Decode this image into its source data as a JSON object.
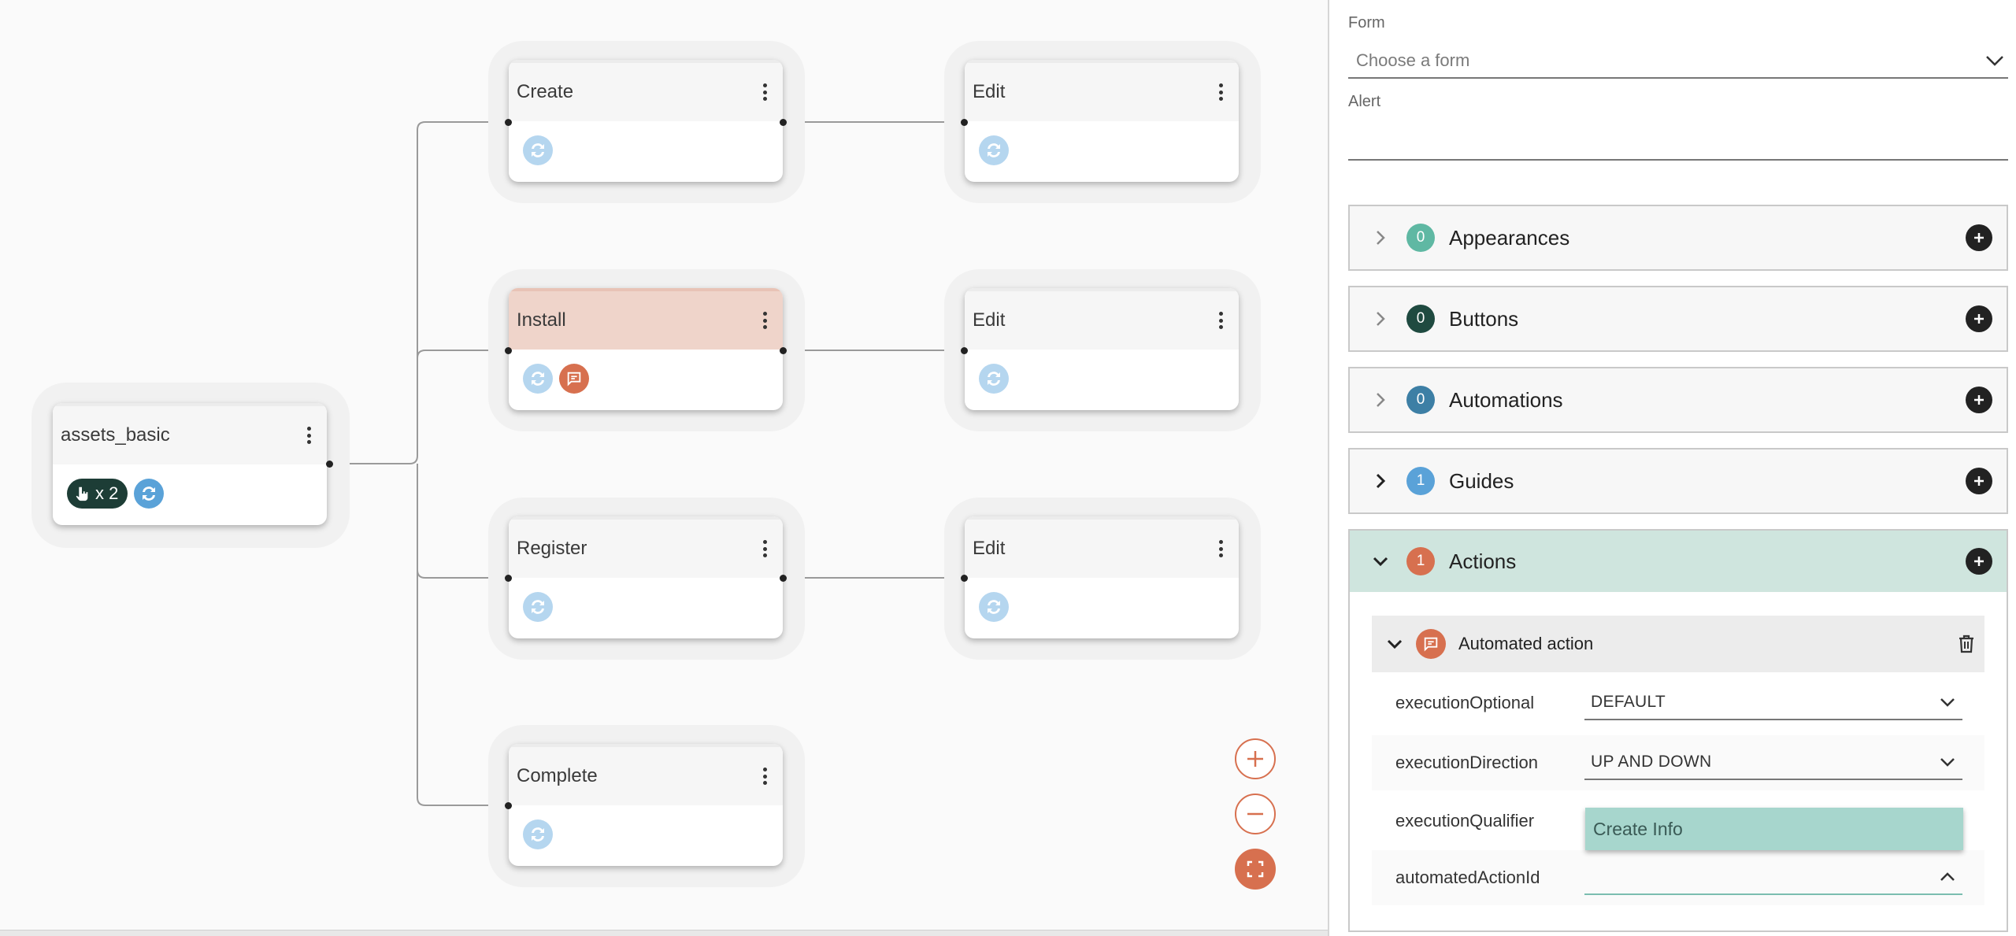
{
  "nodes": {
    "root": {
      "title": "assets_basic",
      "multi_badge": "x 2"
    },
    "create": {
      "title": "Create"
    },
    "install": {
      "title": "Install"
    },
    "register": {
      "title": "Register"
    },
    "complete": {
      "title": "Complete"
    },
    "edit1": {
      "title": "Edit"
    },
    "edit2": {
      "title": "Edit"
    },
    "edit3": {
      "title": "Edit"
    }
  },
  "panel": {
    "form_label": "Form",
    "form_placeholder": "Choose a form",
    "alert_label": "Alert",
    "sections": [
      {
        "title": "Appearances",
        "count": "0",
        "color": "#5fb8a3"
      },
      {
        "title": "Buttons",
        "count": "0",
        "color": "#1f4a40"
      },
      {
        "title": "Automations",
        "count": "0",
        "color": "#3d7fa5"
      },
      {
        "title": "Guides",
        "count": "1",
        "color": "#5aa2d8"
      },
      {
        "title": "Actions",
        "count": "1",
        "color": "#d7704f"
      }
    ],
    "automated_action": {
      "title": "Automated action",
      "rows": [
        {
          "label": "executionOptional",
          "value": "DEFAULT"
        },
        {
          "label": "executionDirection",
          "value": "UP AND DOWN"
        },
        {
          "label": "executionQualifier",
          "value": ""
        },
        {
          "label": "automatedActionId",
          "value": ""
        }
      ],
      "dropdown_option": "Create Info"
    }
  },
  "colors": {
    "accent": "#d7704f",
    "active_section": "#cfe5de",
    "node_icon": "#b5d6ef"
  }
}
